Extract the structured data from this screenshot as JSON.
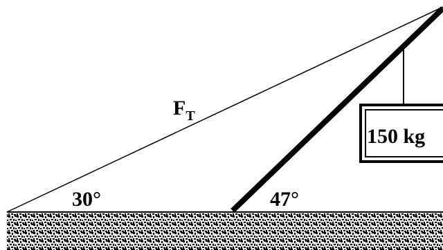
{
  "diagram": {
    "tension_label": "F",
    "tension_subscript": "T",
    "angle_rope": "30°",
    "angle_boom": "47°",
    "mass_label": "150 kg"
  },
  "colors": {
    "ink": "#000000",
    "background": "#ffffff",
    "ground_fill": "#e6e6e6"
  }
}
